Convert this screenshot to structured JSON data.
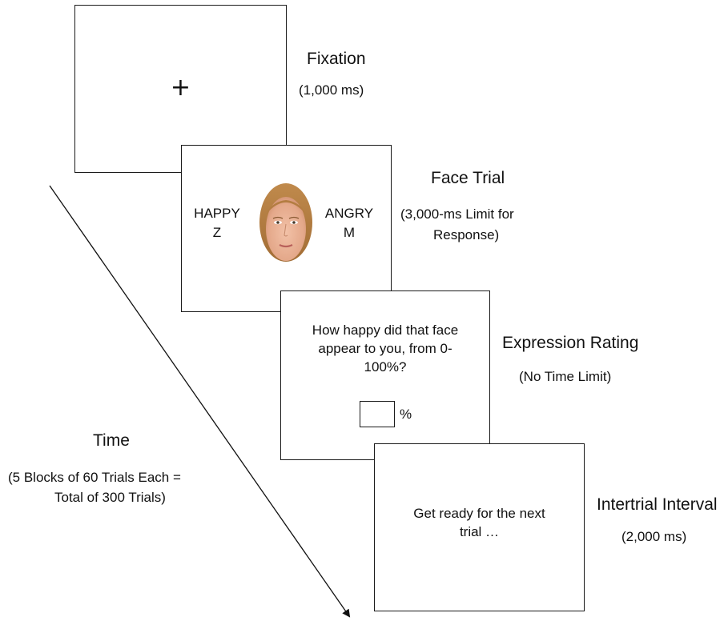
{
  "fixation": {
    "symbol": "+",
    "title": "Fixation",
    "duration": "(1,000 ms)"
  },
  "face_trial": {
    "left_label": "HAPPY",
    "left_key": "Z",
    "right_label": "ANGRY",
    "right_key": "M",
    "title": "Face Trial",
    "duration_line1": "(3,000-ms Limit for",
    "duration_line2": "Response)"
  },
  "expression_rating": {
    "question_line1": "How happy did that face",
    "question_line2": "appear to you, from 0-",
    "question_line3": "100%?",
    "unit": "%",
    "title": "Expression Rating",
    "duration": "(No Time Limit)"
  },
  "intertrial": {
    "message_line1": "Get ready for the next",
    "message_line2": "trial …",
    "title": "Intertrial Interval",
    "duration": "(2,000 ms)"
  },
  "time": {
    "title": "Time",
    "note_line1": "(5 Blocks of 60 Trials Each =",
    "note_line2": "Total of 300 Trials)"
  }
}
